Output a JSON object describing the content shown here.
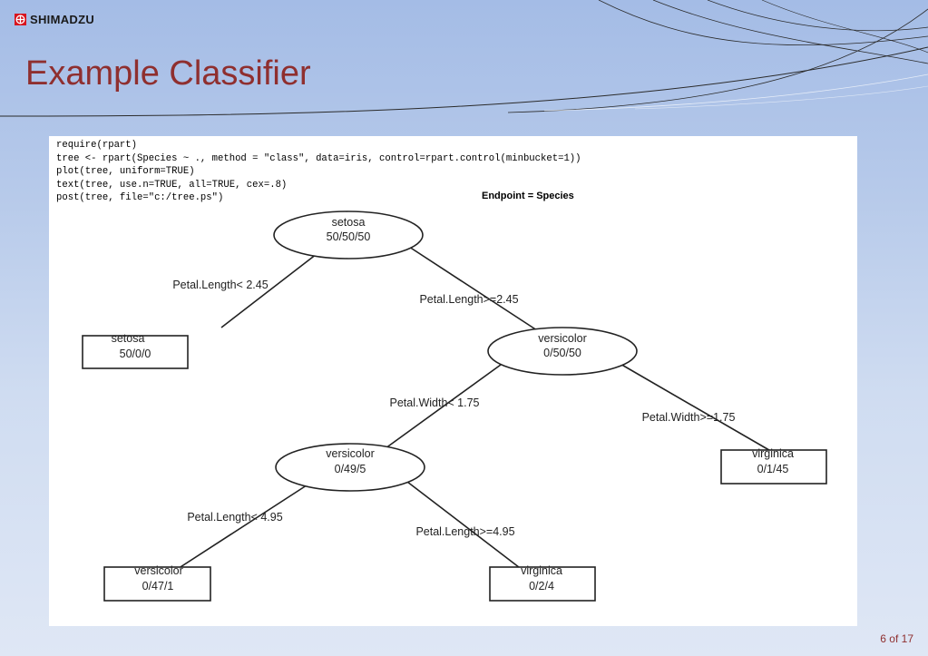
{
  "brand": {
    "name": "SHIMADZU",
    "color": "#d8141e"
  },
  "slide": {
    "title": "Example Classifier",
    "page": "6 of 17"
  },
  "code_lines": [
    "require(rpart)",
    "tree <- rpart(Species ~ ., method = \"class\", data=iris, control=rpart.control(minbucket=1))",
    "plot(tree, uniform=TRUE)",
    "text(tree, use.n=TRUE, all=TRUE, cex=.8)",
    "post(tree, file=\"c:/tree.ps\")"
  ],
  "tree": {
    "endpoint": "Endpoint = Species",
    "nodes": [
      {
        "id": "root",
        "class": "setosa",
        "counts": "50/50/50"
      },
      {
        "id": "left1",
        "class": "setosa",
        "counts": "50/0/0"
      },
      {
        "id": "right1",
        "class": "versicolor",
        "counts": "0/50/50"
      },
      {
        "id": "left2",
        "class": "versicolor",
        "counts": "0/49/5"
      },
      {
        "id": "right2",
        "class": "virginica",
        "counts": "0/1/45"
      },
      {
        "id": "left3",
        "class": "versicolor",
        "counts": "0/47/1"
      },
      {
        "id": "right3",
        "class": "virginica",
        "counts": "0/2/4"
      }
    ],
    "splits": [
      "Petal.Length< 2.45",
      "Petal.Length>=2.45",
      "Petal.Width< 1.75",
      "Petal.Width>=1.75",
      "Petal.Length< 4.95",
      "Petal.Length>=4.95"
    ]
  }
}
